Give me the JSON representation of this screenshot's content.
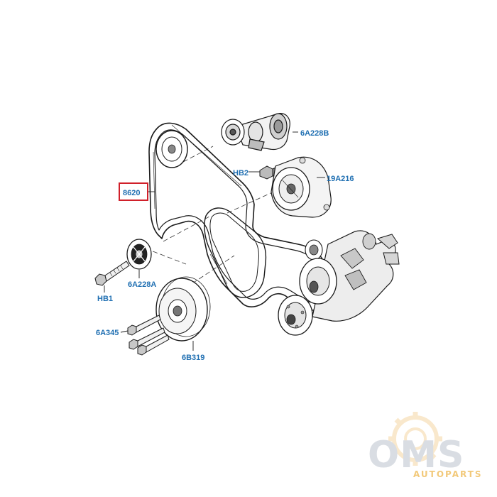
{
  "diagram": {
    "part_labels": {
      "belt": "8620",
      "tensioner": "6A228B",
      "bolt_hb2": "HB2",
      "water_pump_pulley": "19A216",
      "bolt_hb1": "HB1",
      "idler_pulley": "6A228A",
      "crank_bolts": "6A345",
      "crank_pulley": "6B319"
    },
    "highlight_color": "#d0202a",
    "label_color": "#1f6fb2"
  },
  "watermark": {
    "brand": "OMS",
    "sub": "AUTOPARTS"
  }
}
